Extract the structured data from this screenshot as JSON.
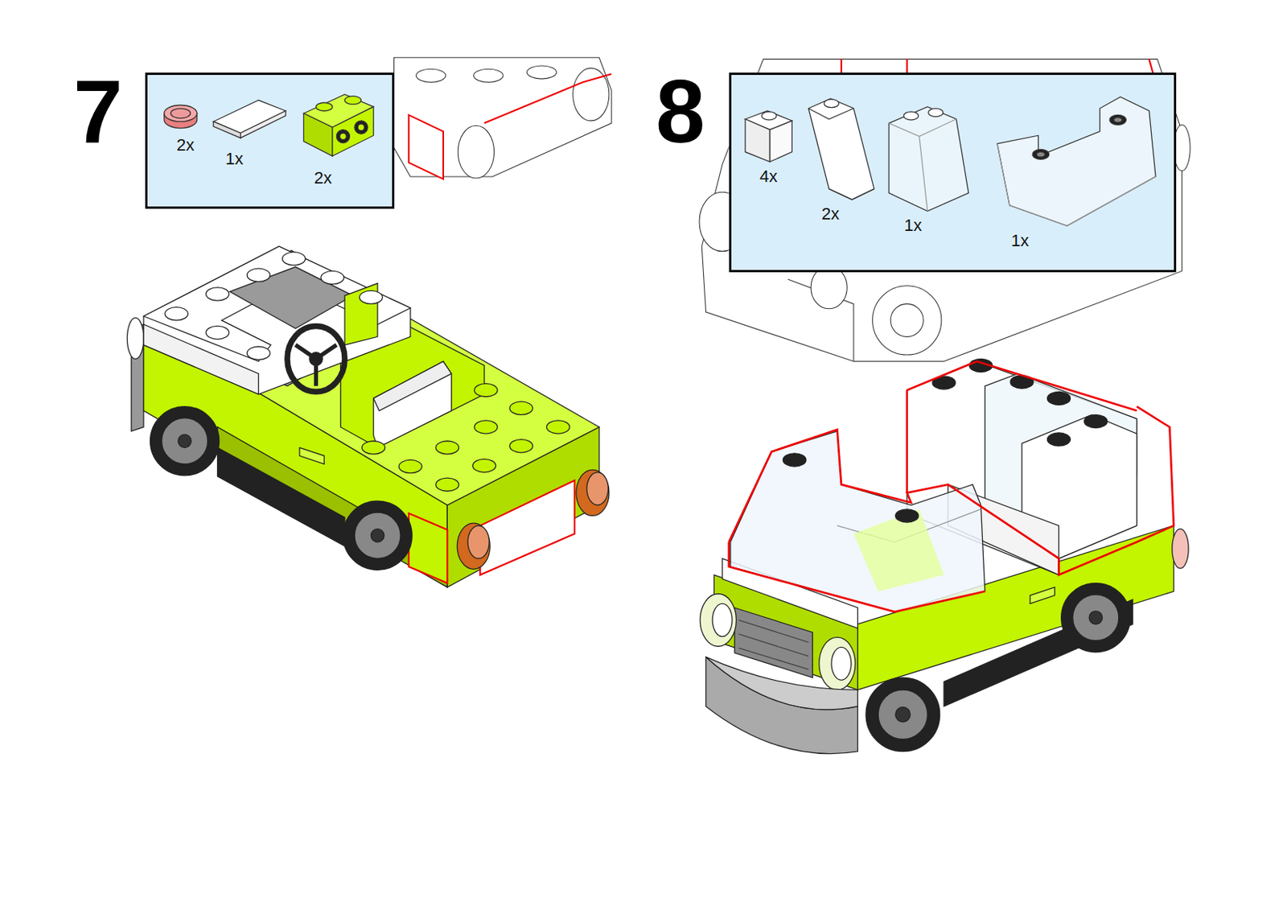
{
  "diagram": {
    "nodes": [
      {
        "text": [
          "2x",
          "1x",
          "2x"
        ]
      },
      {
        "text": [
          "4x",
          "2x",
          "1x",
          "1x"
        ]
      }
    ],
    "labels": [
      "7",
      "8"
    ]
  }
}
